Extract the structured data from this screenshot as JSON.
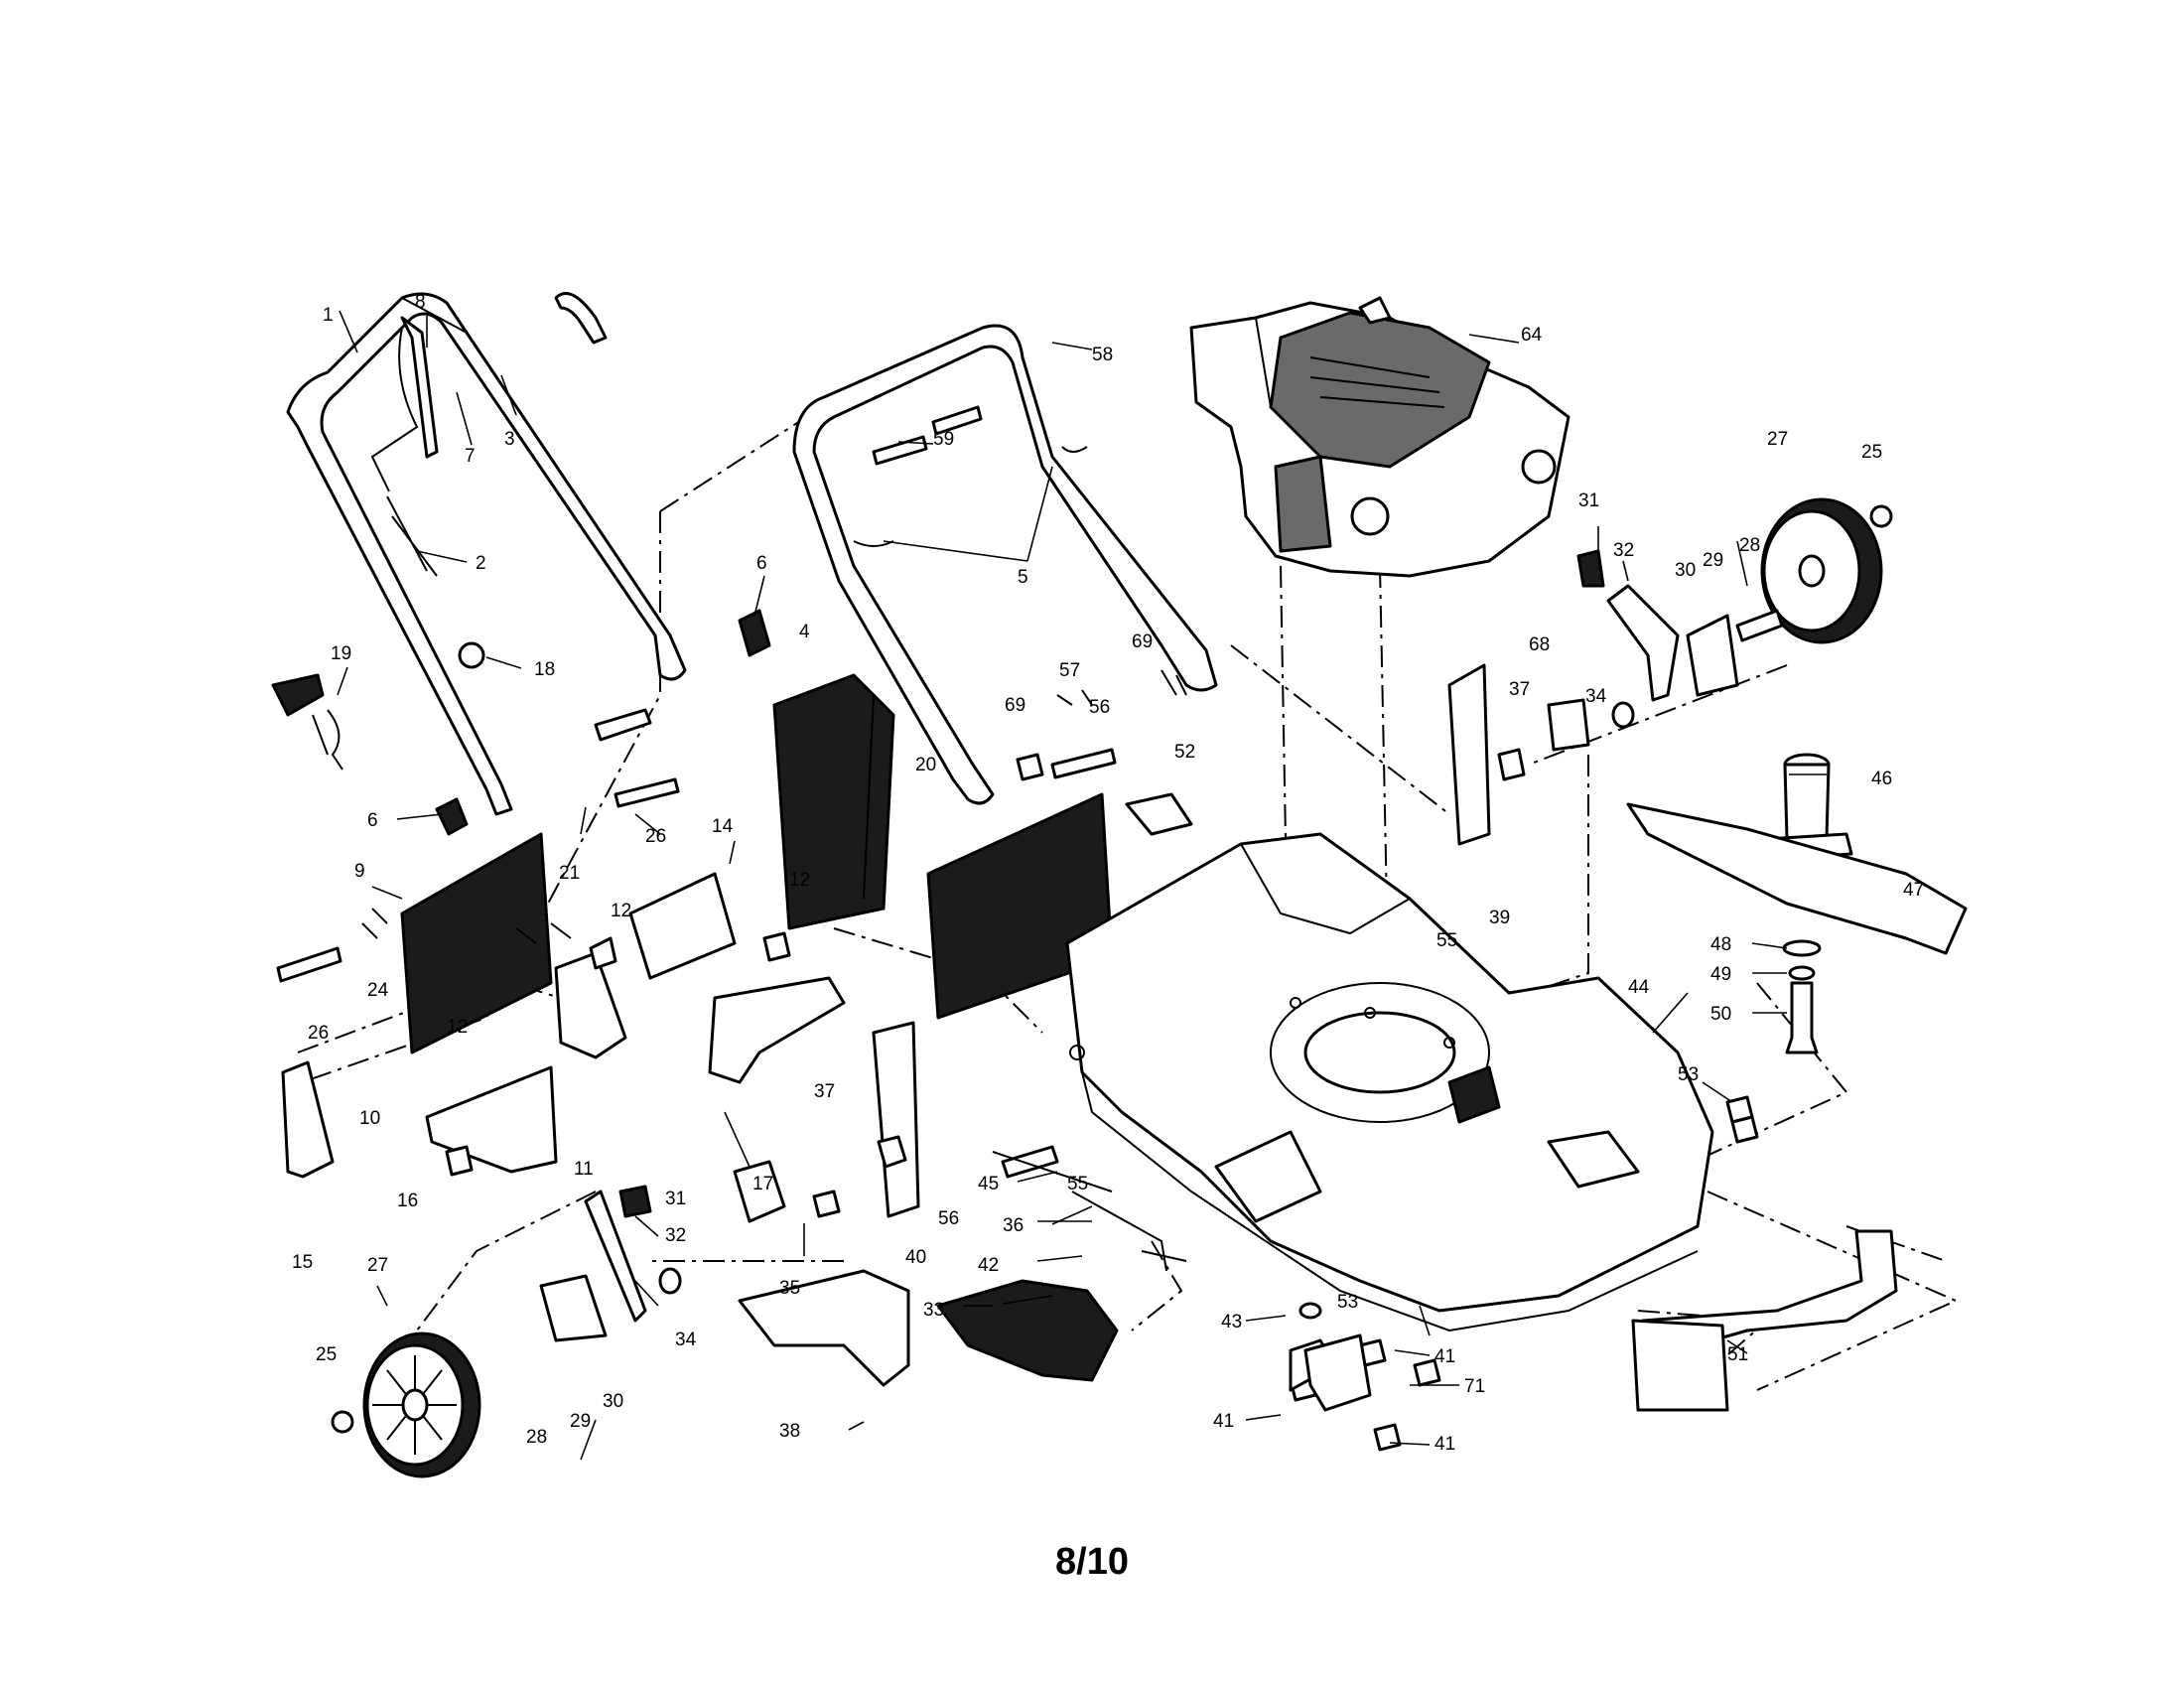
{
  "page": {
    "number": "8/10"
  },
  "callouts": [
    "1",
    "8",
    "3",
    "7",
    "2",
    "19",
    "18",
    "6",
    "6",
    "9",
    "26",
    "21",
    "24",
    "26",
    "14",
    "12",
    "12",
    "12",
    "10",
    "15",
    "16",
    "11",
    "17",
    "58",
    "59",
    "5",
    "4",
    "20",
    "69",
    "57",
    "69",
    "56",
    "52",
    "64",
    "31",
    "32",
    "30",
    "29",
    "28",
    "27",
    "25",
    "68",
    "37",
    "34",
    "39",
    "55",
    "46",
    "47",
    "48",
    "49",
    "50",
    "44",
    "53",
    "37",
    "40",
    "56",
    "45",
    "55",
    "36",
    "42",
    "43",
    "53",
    "41",
    "41",
    "71",
    "41",
    "51",
    "31",
    "32",
    "34",
    "35",
    "30",
    "29",
    "28",
    "27",
    "25",
    "33",
    "38"
  ]
}
